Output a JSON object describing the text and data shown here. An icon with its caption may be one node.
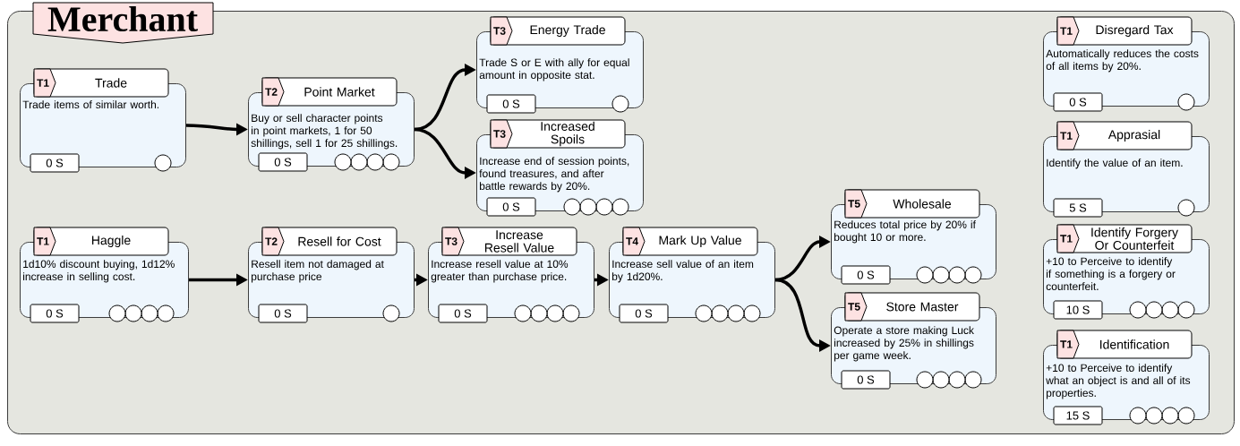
{
  "diagram": {
    "nodes": [
      {
        "text": [
          "Merchant"
        ]
      },
      {
        "text": [
          "T1",
          "Trade",
          "Trade items of similar worth.",
          "0 S"
        ],
        "in": 0
      },
      {
        "text": [
          "T2",
          "Point Market",
          "Buy or sell character points in point markets, 1 for 50 shillings, sell 1 for 25 shillings.",
          "0 S"
        ],
        "in": 0
      },
      {
        "text": [
          "T3",
          "Energy Trade",
          "Trade S or E with ally for equal amount in opposite stat.",
          "0 S"
        ],
        "in": 0
      },
      {
        "text": [
          "T3",
          "Increased Spoils",
          "Increase end of session points, found treasures, and after battle rewards by 20%.",
          "0 S"
        ],
        "in": 0
      },
      {
        "text": [
          "T1",
          "Haggle",
          "1d10% discount buying, 1d12% increase in selling cost.",
          "0 S"
        ],
        "in": 0
      },
      {
        "text": [
          "T2",
          "Resell for Cost",
          "Resell item not damaged at purchase price",
          "0 S"
        ],
        "in": 0
      },
      {
        "text": [
          "T3",
          "Increase Resell Value",
          "Increase resell value at 10% greater than purchase price.",
          "0 S"
        ],
        "in": 0
      },
      {
        "text": [
          "T4",
          "Mark Up Value",
          "Increase sell value of an item by 1d20%.",
          "0 S"
        ],
        "in": 0
      },
      {
        "text": [
          "T5",
          "Wholesale",
          "Reduces total price by 20% if bought 10 or more.",
          "0 S"
        ],
        "in": 0
      },
      {
        "text": [
          "T5",
          "Store Master",
          "Operate a store making Luck increased by 25% in shillings per game week.",
          "0 S"
        ],
        "in": 0
      },
      {
        "text": [
          "T1",
          "Disregard Tax",
          "Automatically reduces the costs of all items by 20%.",
          "0 S"
        ],
        "in": 0
      },
      {
        "text": [
          "T1",
          "Apprasial",
          "Identify the value of an item.",
          "5 S"
        ],
        "in": 0
      },
      {
        "text": [
          "T1",
          "Identify Forgery Or Counterfeit",
          "+10 to Perceive to identify if something is a forgery or counterfeit.",
          "10 S"
        ],
        "in": 0
      },
      {
        "text": [
          "T1",
          "Identification",
          "+10 to Perceive to identify what an object is and all of its properties.",
          "15 S"
        ],
        "in": 0
      }
    ],
    "edges": [
      {
        "from": 1,
        "to": 2,
        "arrow": "to"
      },
      {
        "from": 2,
        "to": 3,
        "arrow": "to"
      },
      {
        "from": 2,
        "to": 4,
        "arrow": "to"
      },
      {
        "from": 5,
        "to": 6,
        "arrow": "to"
      },
      {
        "from": 6,
        "to": 7,
        "arrow": "to"
      },
      {
        "from": 7,
        "to": 8,
        "arrow": "to"
      },
      {
        "from": 8,
        "to": 9,
        "arrow": "to"
      },
      {
        "from": 8,
        "to": 10,
        "arrow": "to"
      }
    ]
  }
}
